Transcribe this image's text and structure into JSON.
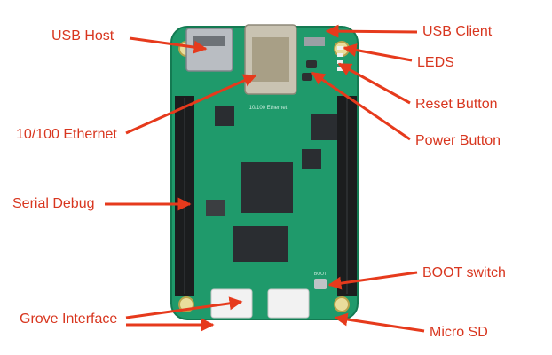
{
  "labels": {
    "usb_host": "USB Host",
    "ethernet": "10/100 Ethernet",
    "serial_debug": "Serial Debug",
    "grove_interface": "Grove Interface",
    "usb_client": "USB Client",
    "leds": "LEDS",
    "reset_button": "Reset Button",
    "power_button": "Power Button",
    "boot_switch": "BOOT switch",
    "micro_sd": "Micro SD"
  },
  "board": {
    "silkscreen_ethernet": "10/100 Ethernet",
    "silkscreen_boot": "BOOT"
  },
  "colors": {
    "label_red": "#d8361f",
    "arrow_red": "#e63a1c",
    "pcb_green": "#1f9a6b",
    "header_black": "#1b1d1e",
    "chip_black": "#2a2d31",
    "metal": "#b9bdc2"
  }
}
